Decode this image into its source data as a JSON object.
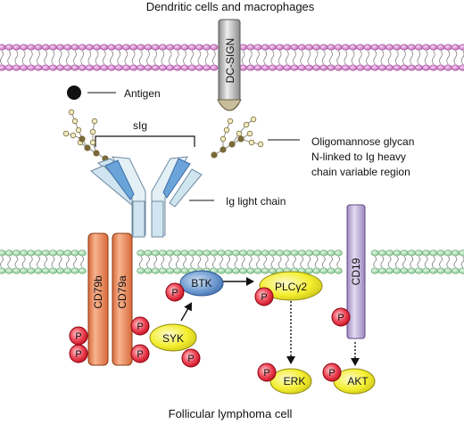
{
  "title_top": "Dendritic cells and macrophages",
  "title_bottom": "Follicular lymphoma cell",
  "labels": {
    "antigen": "Antigen",
    "dcsign": "DC-SIGN",
    "sig": "sIg",
    "glycan_line1": "Oligomannose glycan",
    "glycan_line2": "N-linked to Ig heavy",
    "glycan_line3": "chain variable region",
    "light_chain": "Ig light chain",
    "cd79b": "CD79b",
    "cd79a": "CD79a",
    "cd19": "CD19",
    "btk": "BTK",
    "plcg2": "PLCγ2",
    "syk": "SYK",
    "erk": "ERK",
    "akt": "AKT",
    "phospho": "P"
  },
  "colors": {
    "top_membrane": "#d77fcf",
    "bottom_membrane": "#a9ddb0",
    "membrane_tail": "#8a8a8a",
    "cd79": "#f08a55",
    "cd19": "#b9a7d4",
    "btk": "#6f9bd1",
    "yellow_node": "#f3ee2e",
    "phospho": "#e6283a",
    "light_chain": "#cfe5ef",
    "heavy_chain": "#6aa4d8",
    "glycan": "#f0ebc0"
  }
}
